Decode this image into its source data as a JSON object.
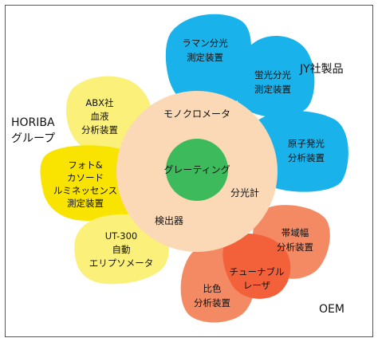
{
  "colors": {
    "blue": "#1ab2ea",
    "yellow_light": "#fbf07a",
    "yellow": "#f8e400",
    "orange_light": "#f48a64",
    "orange": "#f3613a",
    "ring": "#fbd9b6",
    "core": "#3dba5b",
    "frame": "#555555"
  },
  "groups": {
    "jy": "JY社製品",
    "horiba": [
      "HORIBA",
      "グループ"
    ],
    "oem": "OEM"
  },
  "ring_labels": {
    "top": "モノクロメータ",
    "right": "分光計",
    "bottom": "検出器"
  },
  "core_label": "グレーティング",
  "petals": {
    "raman": [
      "ラマン分光",
      "測定装置"
    ],
    "fluorescence": [
      "蛍光分光",
      "測定装置"
    ],
    "atomic": [
      "原子発光",
      "分析装置"
    ],
    "abx": [
      "ABX社",
      "血液",
      "分析装置"
    ],
    "photo": [
      "フォト&",
      "カソード",
      "ルミネッセンス",
      "測定装置"
    ],
    "ut300": [
      "UT-300",
      "自動",
      "エリプソメータ"
    ],
    "band": [
      "帯域幅",
      "分析装置"
    ],
    "tunable": [
      "チューナブル",
      "レーザ"
    ],
    "colorimetric": [
      "比色",
      "分析装置"
    ]
  }
}
